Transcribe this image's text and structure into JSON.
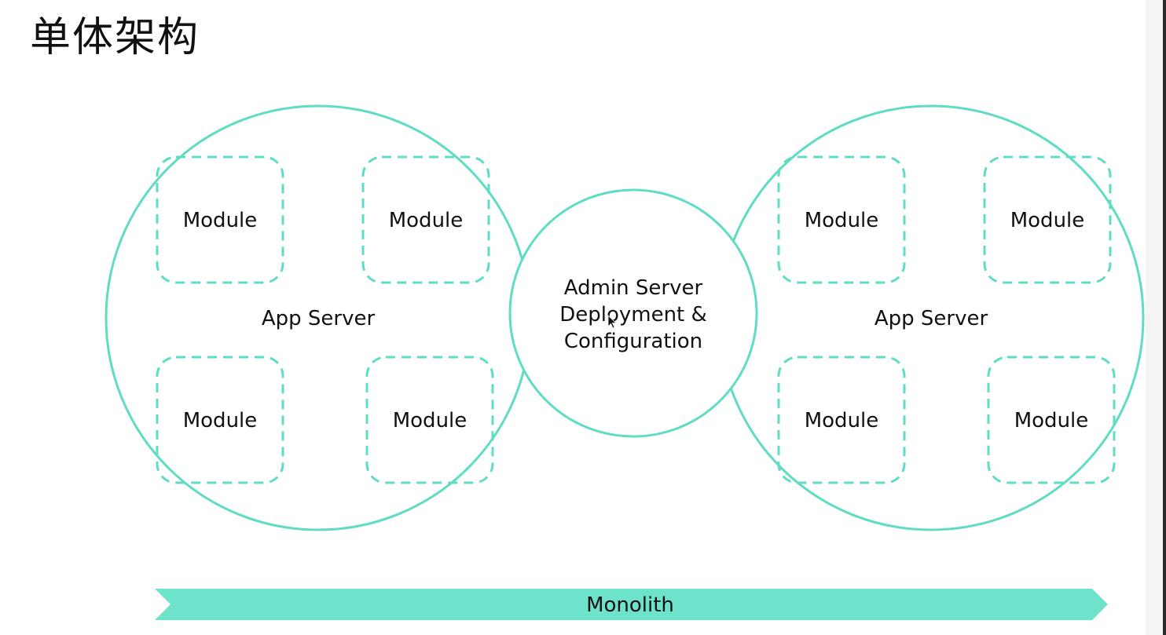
{
  "title": "单体架构",
  "colors": {
    "accent": "#5fdcc3",
    "arrow_fill": "#6ee3cc",
    "text": "#111111"
  },
  "left_server": {
    "label": "App Server",
    "modules": [
      "Module",
      "Module",
      "Module",
      "Module"
    ]
  },
  "center": {
    "lines": [
      "Admin Server",
      "Deployment &",
      "Configuration"
    ]
  },
  "right_server": {
    "label": "App Server",
    "modules": [
      "Module",
      "Module",
      "Module",
      "Module"
    ]
  },
  "banner": {
    "label": "Monolith"
  }
}
